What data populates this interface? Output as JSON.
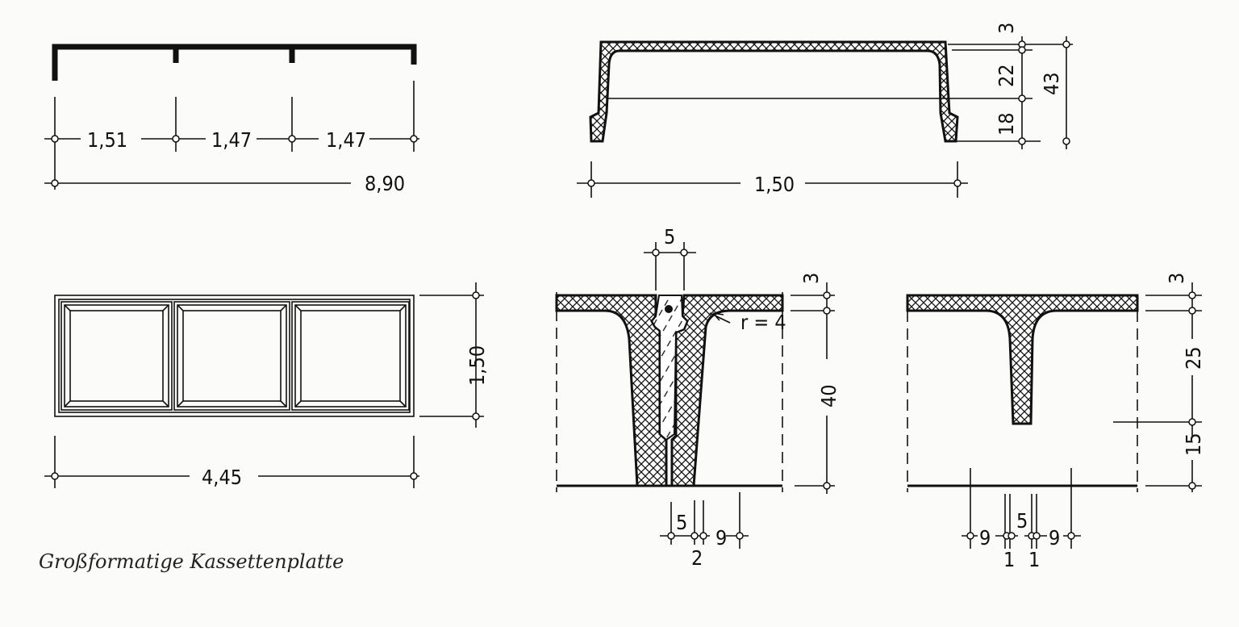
{
  "caption": "Großformatige Kassettenplatte",
  "top_left": {
    "d1": "1,51",
    "d2": "1,47",
    "d3": "1,47",
    "total": "8,90"
  },
  "top_right": {
    "width": "1,50",
    "h_top": "3",
    "h_mid": "22",
    "h_bot": "18",
    "h_total": "43"
  },
  "plan": {
    "length": "4,45",
    "width": "1,50"
  },
  "joint_section": {
    "top_gap": "5",
    "flange": "3",
    "height": "40",
    "radius": "r = 4",
    "b_5": "5",
    "b_2": "2",
    "b_9": "9"
  },
  "rib_section": {
    "flange": "3",
    "upper": "25",
    "lower": "15",
    "b_9a": "9",
    "b_5": "5",
    "b_9b": "9",
    "b_1a": "1",
    "b_1b": "1"
  }
}
